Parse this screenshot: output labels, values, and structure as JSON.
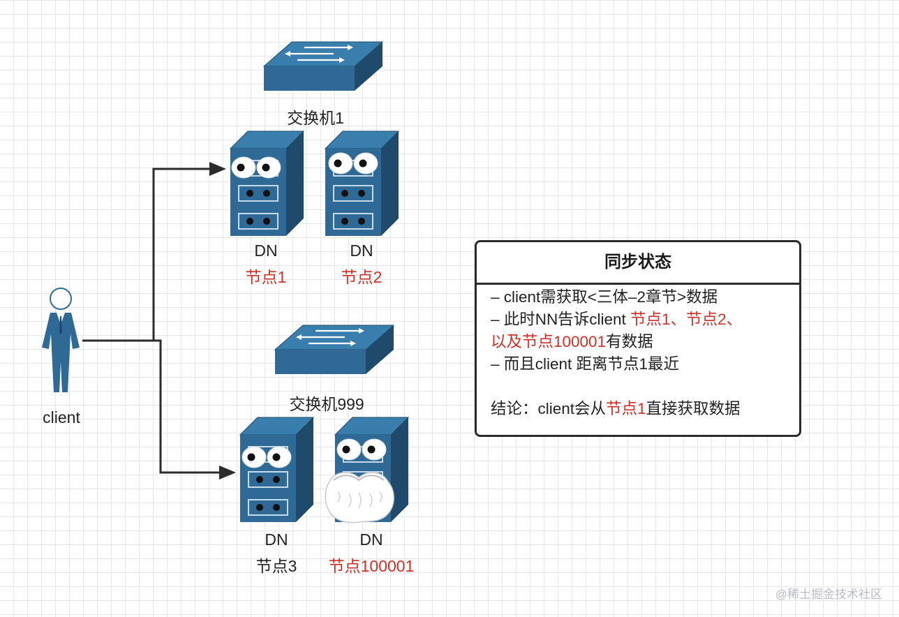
{
  "switches": [
    {
      "label": "交换机1"
    },
    {
      "label": "交换机999"
    }
  ],
  "servers": [
    {
      "type": "DN",
      "name": "节点1",
      "highlight": true
    },
    {
      "type": "DN",
      "name": "节点2",
      "highlight": true
    },
    {
      "type": "DN",
      "name": "节点3",
      "highlight": false
    },
    {
      "type": "DN",
      "name": "节点100001",
      "highlight": true
    }
  ],
  "client": {
    "label": "client"
  },
  "info": {
    "title": "同步状态",
    "line1": "– client需获取<三体–2章节>数据",
    "line2_prefix": "– 此时NN告诉client ",
    "line2_red": "节点1、节点2、",
    "line3_red": "以及节点100001",
    "line3_suffix": "有数据",
    "line4": "– 而且client 距离节点1最近",
    "conclusion_prefix": "结论：client会从",
    "conclusion_red": "节点1",
    "conclusion_suffix": "直接获取数据"
  },
  "watermark": "@稀土掘金技术社区",
  "colors": {
    "device": "#2e6a95",
    "device_dark": "#1f4a6b",
    "device_light": "#3a7eae",
    "highlight_text": "#d32f24",
    "connector": "#2b2b2b"
  }
}
